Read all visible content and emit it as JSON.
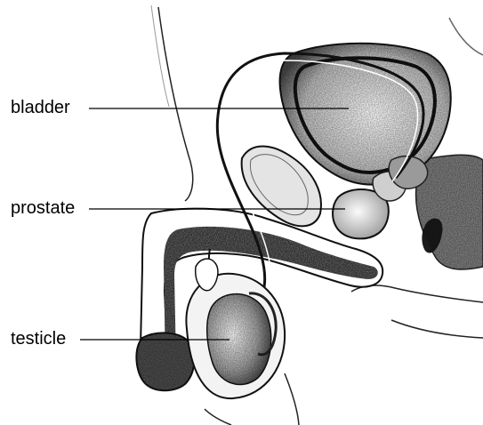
{
  "labels": {
    "bladder": "bladder",
    "prostate": "prostate",
    "testicle": "testicle"
  },
  "colors": {
    "ink": "#111111",
    "shade": "#5a5a5a",
    "background": "#ffffff"
  }
}
